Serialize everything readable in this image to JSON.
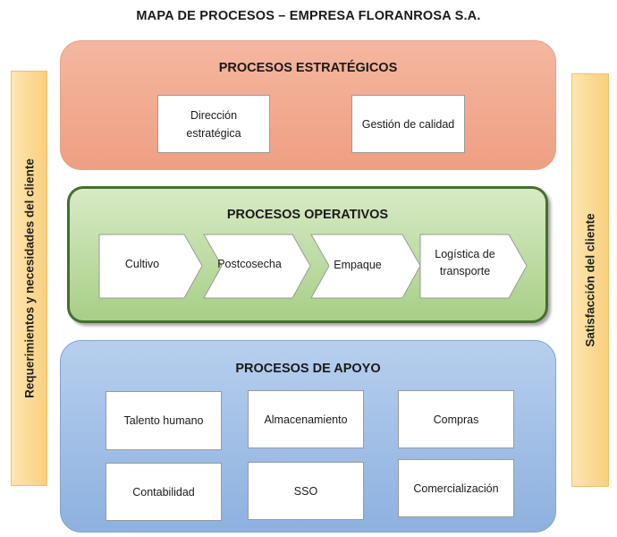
{
  "title": "MAPA DE PROCESOS – EMPRESA FLORANROSA S.A.",
  "left_bar": "Requerimientos y necesidades del cliente",
  "right_bar": "Satisfacción del cliente",
  "strategic": {
    "title": "PROCESOS ESTRATÉGICOS",
    "boxes": [
      "Dirección estratégica",
      "Gestión de calidad"
    ]
  },
  "operative": {
    "title": "PROCESOS OPERATIVOS",
    "steps": [
      "Cultivo",
      "Postcosecha",
      "Empaque",
      "Logística de transporte"
    ]
  },
  "support": {
    "title": "PROCESOS DE APOYO",
    "boxes": [
      "Talento humano",
      "Almacenamiento",
      "Compras",
      "Contabilidad",
      "SSO",
      "Comercialización"
    ]
  },
  "colors": {
    "strategic": "#ef9f83",
    "operative": "#a7cf86",
    "operative_border": "#446f2c",
    "support": "#8db1df",
    "side": "#fbd992"
  }
}
